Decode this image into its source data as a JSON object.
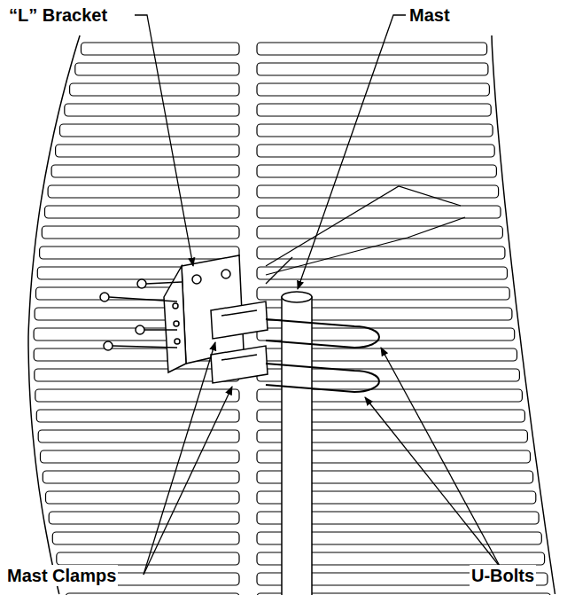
{
  "diagram": {
    "labels": [
      "“L” Bracket",
      "Mast",
      "Mast Clamps",
      "U-Bolts"
    ]
  }
}
